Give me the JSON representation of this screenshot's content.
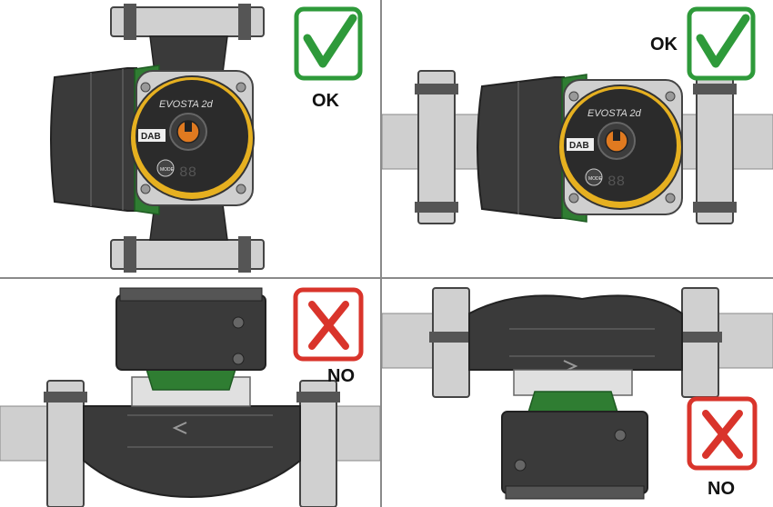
{
  "colors": {
    "ok": "#2e9a3a",
    "no": "#d9342b",
    "pump_body": "#3a3a3a",
    "pump_body_light": "#5a5a5a",
    "green_band": "#2f7d32",
    "pipe": "#c8c8c8",
    "flange": "#b8b8b8",
    "display_ring": "#e6b020",
    "knob": "#e07a20"
  },
  "panels": [
    {
      "id": "top-left",
      "verdict": "ok",
      "label": "OK",
      "orientation": "shaft-horizontal, pipe vertical"
    },
    {
      "id": "top-right",
      "verdict": "ok",
      "label": "OK",
      "orientation": "shaft-horizontal, pipe horizontal"
    },
    {
      "id": "bottom-left",
      "verdict": "no",
      "label": "NO",
      "orientation": "motor above pipe"
    },
    {
      "id": "bottom-right",
      "verdict": "no",
      "label": "NO",
      "orientation": "motor below pipe"
    }
  ],
  "pump": {
    "brand": "DAB",
    "model": "EVOSTA 2d",
    "mode_button": "MODE",
    "display": "88"
  }
}
